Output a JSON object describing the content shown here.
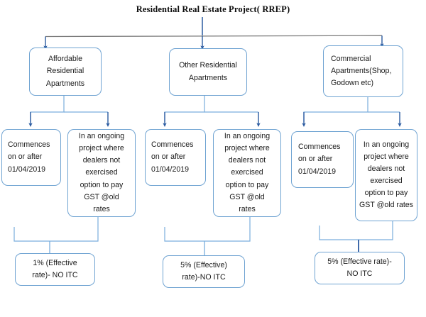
{
  "title": "Residential Real Estate Project( RREP)",
  "colors": {
    "box_border": "#6fa3d2",
    "arrow_blue": "#2a5aa0",
    "connector_blue": "#7aaedd",
    "top_rail_gray": "#7a7a7a",
    "text": "#1a1a1a",
    "background": "#ffffff"
  },
  "branches": [
    {
      "id": "affordable",
      "category": {
        "lines": [
          "Affordable",
          "Residential",
          "Apartments"
        ]
      },
      "conditions": [
        {
          "id": "commences",
          "lines": [
            "Commences",
            "on or after",
            "01/04/2019"
          ]
        },
        {
          "id": "ongoing",
          "lines": [
            "In an ongoing",
            "project where",
            "dealers not",
            "exercised",
            "option to pay",
            "GST @old",
            "rates"
          ]
        }
      ],
      "result": {
        "id": "rate",
        "lines": [
          "1% (Effective",
          "rate)- NO ITC"
        ]
      }
    },
    {
      "id": "other-residential",
      "category": {
        "lines": [
          "Other Residential",
          "Apartments"
        ]
      },
      "conditions": [
        {
          "id": "commences",
          "lines": [
            "Commences",
            "on or after",
            "01/04/2019"
          ]
        },
        {
          "id": "ongoing",
          "lines": [
            "In an ongoing",
            "project where",
            "dealers not",
            "exercised",
            "option to pay",
            "GST @old",
            "rates"
          ]
        }
      ],
      "result": {
        "id": "rate",
        "lines": [
          "5% (Effective)",
          "rate)-NO ITC"
        ]
      }
    },
    {
      "id": "commercial",
      "category": {
        "lines": [
          "Commercial",
          "Apartments(Shop,",
          "Godown etc)"
        ]
      },
      "conditions": [
        {
          "id": "commences",
          "lines": [
            "Commences",
            "on or after",
            "01/04/2019"
          ]
        },
        {
          "id": "ongoing",
          "lines": [
            "In an ongoing",
            "project where",
            "dealers not",
            "exercised",
            "option to pay",
            "GST @old rates"
          ]
        }
      ],
      "result": {
        "id": "rate",
        "lines": [
          "5% (Effective rate)-",
          "NO ITC"
        ]
      }
    }
  ]
}
